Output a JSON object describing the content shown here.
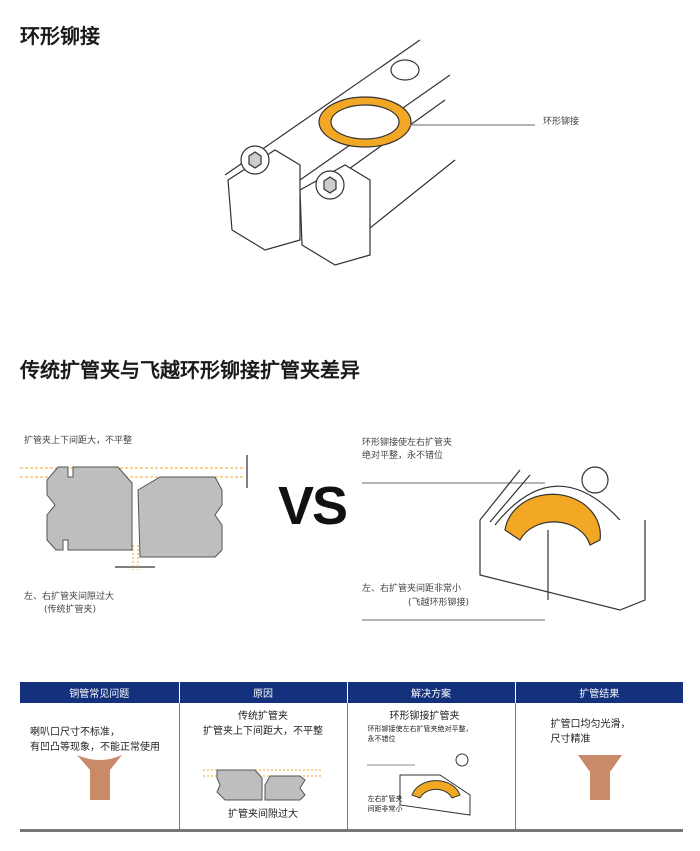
{
  "section1": {
    "title": "环形铆接",
    "callout": "环形铆接"
  },
  "section2": {
    "title": "传统扩管夹与飞越环形铆接扩管夹差异",
    "left_top_label": "扩管夹上下间距大，不平整",
    "left_bottom_label_1": "左、右扩管夹间隙过大",
    "left_bottom_label_2": "(传统扩管夹)",
    "vs": "VS",
    "right_top_label_1": "环形铆接使左右扩管夹",
    "right_top_label_2": "绝对平整，永不错位",
    "right_bottom_label_1": "左、右扩管夹间距非常小",
    "right_bottom_label_2": "(飞越环形铆接)"
  },
  "table": {
    "headers": [
      "铜管常见问题",
      "原因",
      "解决方案",
      "扩管结果"
    ],
    "col1": {
      "line1": "喇叭口尺寸不标准，",
      "line2": "有凹凸等现象，不能正常使用"
    },
    "col2": {
      "title": "传统扩管夹",
      "line1": "扩管夹上下间距大，不平整",
      "bottom": "扩管夹间隙过大"
    },
    "col3": {
      "title": "环形铆接扩管夹",
      "line1": "环形铆接使左右扩管夹绝对平整，",
      "line2": "永不错位",
      "bottom1": "左右扩管夹",
      "bottom2": "间距非常小"
    },
    "col4": {
      "line1": "扩管口均匀光滑，",
      "line2": "尺寸精准"
    }
  },
  "colors": {
    "navy": "#14317e",
    "orange": "#f2a825",
    "gray": "#bcbec0",
    "copper": "#c98a6a"
  }
}
